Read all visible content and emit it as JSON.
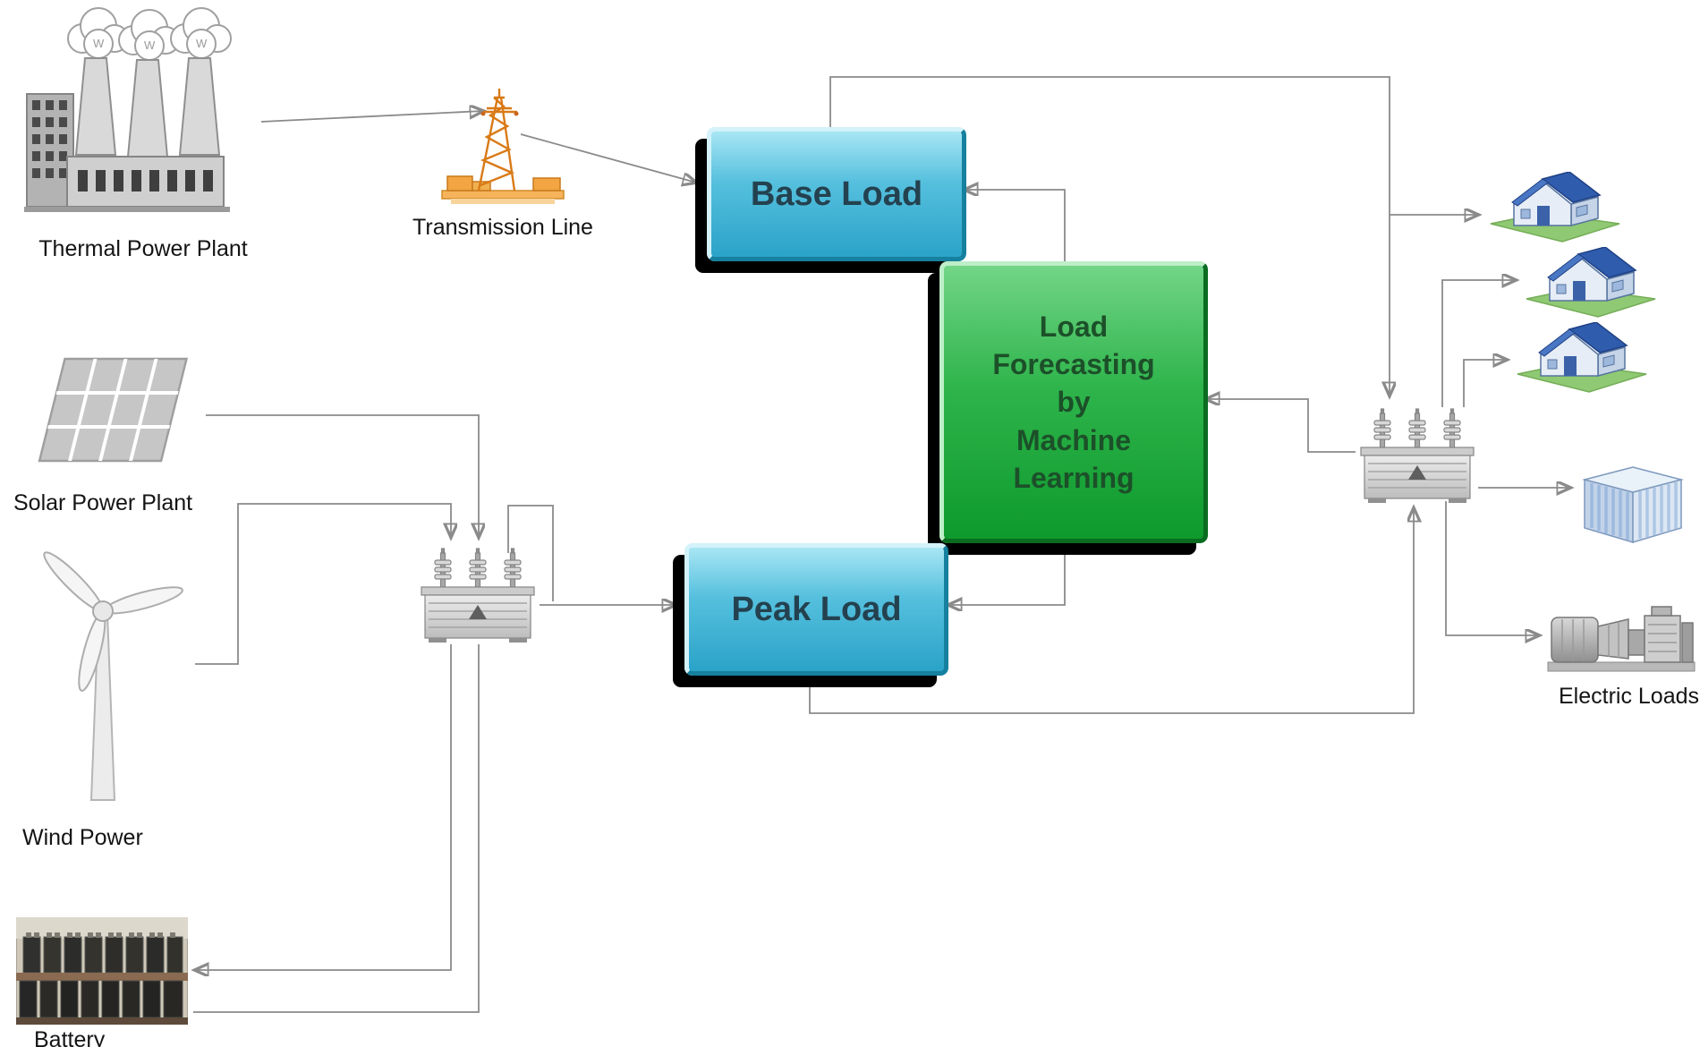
{
  "diagram": {
    "nodes": {
      "thermal": {
        "label": "Thermal Power Plant"
      },
      "transmission": {
        "label": "Transmission Line"
      },
      "base_load": {
        "label": "Base Load"
      },
      "forecasting": {
        "lines": [
          "Load",
          "Forecasting",
          "by",
          "Machine",
          "Learning"
        ]
      },
      "peak_load": {
        "label": "Peak Load"
      },
      "solar": {
        "label": "Solar Power Plant"
      },
      "wind": {
        "label": "Wind Power"
      },
      "battery": {
        "label": "Battery"
      },
      "electric_loads": {
        "label": "Electric Loads"
      }
    },
    "colors": {
      "load_box_fill_top": "#a8e6f4",
      "load_box_fill_bottom": "#2aa3c8",
      "forecast_fill_top": "#72d587",
      "forecast_fill_bottom": "#0e9a2d",
      "box_shadow": "#000000",
      "connector": "#8a8a8a",
      "label_text": "#141414",
      "transmission_orange": "#d97a16",
      "house_roof_blue": "#2f5cad",
      "grass_green": "#90c973"
    }
  }
}
